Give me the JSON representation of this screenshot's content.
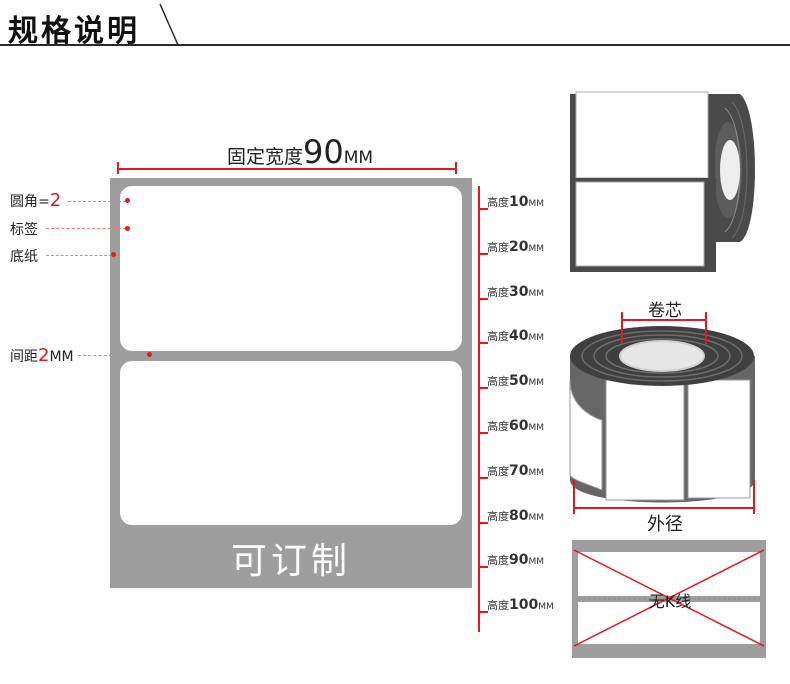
{
  "header": {
    "title": "规格说明"
  },
  "width_dim": {
    "prefix": "固定宽度",
    "value": "90",
    "unit": "MM"
  },
  "callouts": {
    "corner": {
      "label": "圆角=",
      "value": "2"
    },
    "label": {
      "label": "标签"
    },
    "backing": {
      "label": "底纸"
    },
    "gap": {
      "label": "间距",
      "value": "2",
      "unit": "MM"
    }
  },
  "custom_text": "可订制",
  "ruler": {
    "prefix": "高度",
    "unit": "MM",
    "marks": [
      "10",
      "20",
      "30",
      "40",
      "50",
      "60",
      "70",
      "80",
      "90",
      "100"
    ]
  },
  "roll": {
    "core_label": "卷芯",
    "diameter_label": "外径"
  },
  "no_gap": {
    "label": "无K线"
  },
  "colors": {
    "accent": "#e8161f",
    "backing": "#9e9e9e",
    "roll_dark": "#4a4a4a"
  }
}
